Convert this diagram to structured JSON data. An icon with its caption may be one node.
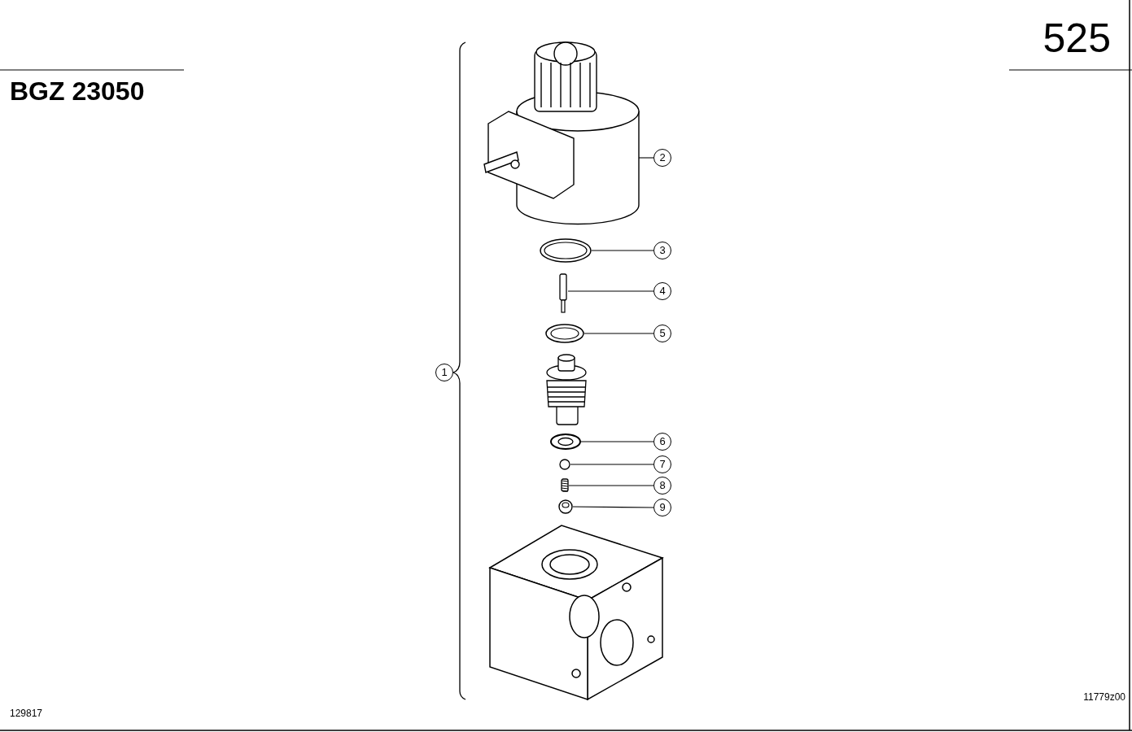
{
  "diagram": {
    "nodes": [
      {
        "text": [
          "2"
        ]
      },
      {
        "text": [
          "3"
        ]
      },
      {
        "text": [
          "4"
        ]
      },
      {
        "text": [
          "5"
        ]
      },
      {
        "text": [
          "6"
        ]
      },
      {
        "text": [
          "7"
        ]
      },
      {
        "text": [
          "8"
        ]
      },
      {
        "text": [
          "9"
        ]
      },
      {
        "text": [],
        "shape": "picture"
      },
      {
        "text": [],
        "shape": "picture"
      },
      {
        "text": [],
        "shape": "bar"
      },
      {
        "text": [],
        "shape": "picture"
      },
      {
        "text": [],
        "shape": "picture"
      },
      {
        "text": [],
        "shape": "circle"
      },
      {
        "text": [],
        "shape": "picture"
      },
      {
        "text": [],
        "shape": "picture"
      },
      {
        "text": [
          "1"
        ]
      }
    ],
    "edges": [
      {
        "from": 0,
        "to": 8,
        "arrow": "none"
      },
      {
        "from": 1,
        "to": 9,
        "arrow": "none"
      },
      {
        "from": 2,
        "to": 10,
        "arrow": "none"
      },
      {
        "from": 3,
        "to": 11,
        "arrow": "none"
      },
      {
        "from": 4,
        "to": 12,
        "arrow": "none"
      },
      {
        "from": 5,
        "to": 13,
        "arrow": "none"
      },
      {
        "from": 6,
        "to": 14,
        "arrow": "none"
      },
      {
        "from": 7,
        "to": 15,
        "arrow": "none"
      }
    ],
    "labels": [
      "525",
      "BGZ 23050",
      "129817",
      "11779z00"
    ]
  }
}
